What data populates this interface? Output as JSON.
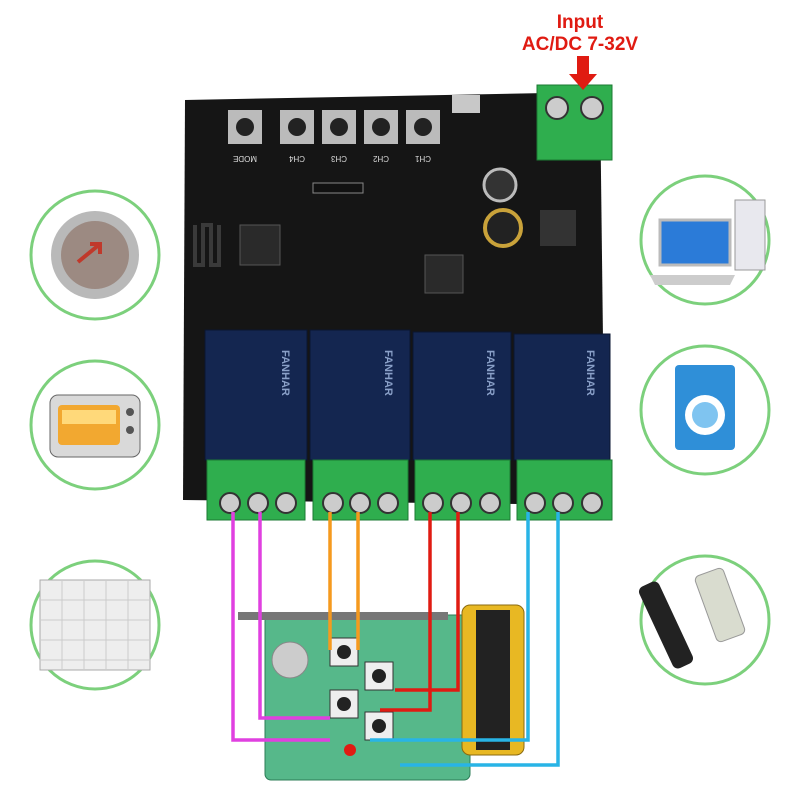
{
  "input_label": {
    "line1": "Input",
    "line2": "AC/DC 7-32V",
    "color": "#e01b12"
  },
  "board": {
    "button_labels": [
      "MODE",
      "CH4",
      "CH3",
      "CH2",
      "CH1"
    ],
    "relay_brand": "FANHAR",
    "relay_count": 4
  },
  "wire_colors": [
    "#e040e0",
    "#f59a1e",
    "#e01b12",
    "#28b4e6"
  ],
  "appliance_icons": [
    "elevator-button-icon",
    "toaster-oven-icon",
    "garage-door-icon",
    "desktop-computer-icon",
    "washing-machine-icon",
    "remote-control-icon"
  ],
  "circle_border_color": "#5cc15c"
}
